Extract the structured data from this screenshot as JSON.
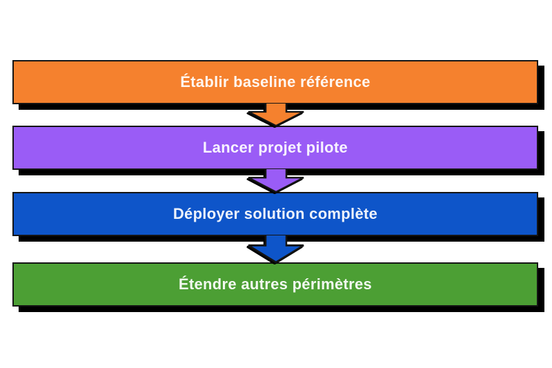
{
  "diagram": {
    "type": "vertical-process-flow",
    "steps": [
      {
        "label": "Établir baseline référence",
        "color": "#F5812E"
      },
      {
        "label": "Lancer projet pilote",
        "color": "#9A5CF6"
      },
      {
        "label": "Déployer solution complète",
        "color": "#0E55C9"
      },
      {
        "label": "Étendre autres périmètres",
        "color": "#4C9F34"
      }
    ],
    "connectors": [
      {
        "from": 0,
        "to": 1,
        "shape": "down-arrow",
        "color": "#F5812E"
      },
      {
        "from": 1,
        "to": 2,
        "shape": "down-arrow",
        "color": "#9A5CF6"
      },
      {
        "from": 2,
        "to": 3,
        "shape": "down-arrow",
        "color": "#0E55C9"
      }
    ]
  },
  "theme": {
    "canvas_bg": "#ffffff",
    "border_color": "#141414",
    "shadow_color": "#000000",
    "text_color": "rgba(255,255,255,0.93)"
  }
}
